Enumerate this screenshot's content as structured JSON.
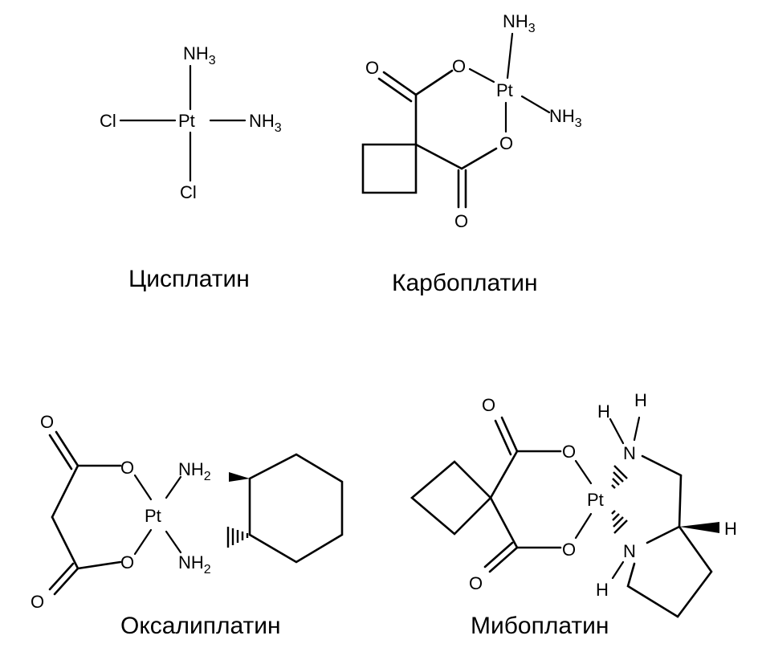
{
  "atoms": {
    "NH": "NH",
    "sub3": "3",
    "sub2": "2",
    "Pt": "Pt",
    "Cl": "Cl",
    "O": "O",
    "N": "N",
    "H": "H"
  },
  "compounds": {
    "cisplatin": "Цисплатин",
    "carboplatin": "Карбоплатин",
    "oxaliplatin": "Оксалиплатин",
    "miboplatin": "Мибоплатин"
  }
}
